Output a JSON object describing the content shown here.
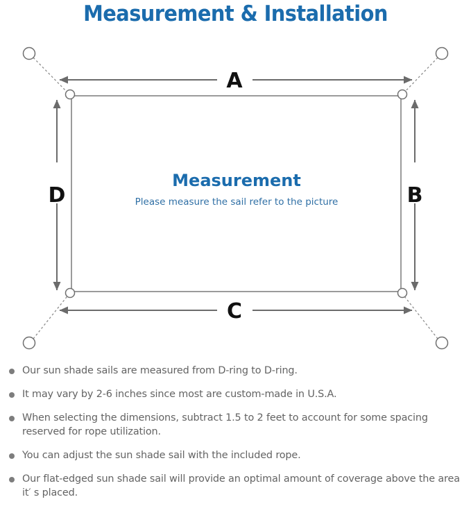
{
  "page": {
    "title": "Measurement & Installation",
    "title_color": "#1b6cad",
    "background_color": "#ffffff"
  },
  "diagram": {
    "name": "sun-shade-sail-measurement-diagram",
    "sail": {
      "shape": "rectangle",
      "line_color": "#7a7a7a",
      "corner_hardware": "D-ring",
      "corner_count": 4
    },
    "anchors": {
      "count": 4,
      "connector_style": "dotted-rope",
      "connector_color": "#8c8c8c",
      "circle_color": "#6f6f6f"
    },
    "center": {
      "heading": "Measurement",
      "subheading": "Please measure the sail refer to the picture",
      "heading_color": "#1b6cad",
      "subheading_color": "#2f6fa5"
    },
    "dimension_labels": [
      {
        "id": "A",
        "label": "A",
        "edge": "top",
        "orientation": "horizontal"
      },
      {
        "id": "B",
        "label": "B",
        "edge": "right",
        "orientation": "vertical"
      },
      {
        "id": "C",
        "label": "C",
        "edge": "bottom",
        "orientation": "horizontal"
      },
      {
        "id": "D",
        "label": "D",
        "edge": "left",
        "orientation": "vertical"
      }
    ],
    "arrow_color": "#6b6b6b"
  },
  "notes": {
    "bullet_color": "#7d7d7d",
    "items": [
      {
        "text": "Our sun shade sails are measured from D-ring to D-ring."
      },
      {
        "text": "It may vary by 2-6 inches since most are custom-made in U.S.A."
      },
      {
        "text": "When selecting the dimensions, subtract 1.5 to 2 feet to account for some spacing reserved for rope utilization."
      },
      {
        "text": "You can adjust the sun shade sail with the included rope."
      },
      {
        "text": "Our flat-edged sun shade sail will provide an optimal amount of coverage above the area it′ s placed."
      }
    ]
  }
}
